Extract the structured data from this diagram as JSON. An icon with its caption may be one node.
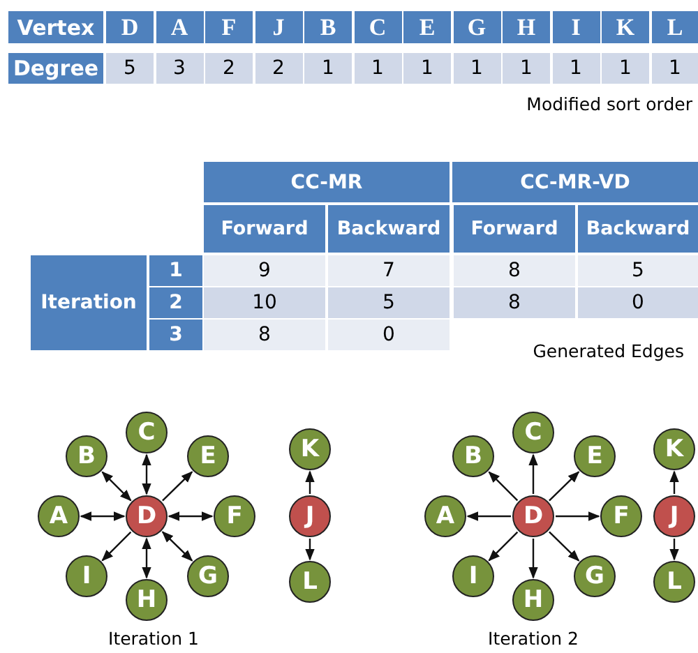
{
  "diagram": {
    "nodes": [
      {
        "text": [
          "A"
        ]
      },
      {
        "text": [
          "B"
        ]
      },
      {
        "text": [
          "C"
        ]
      },
      {
        "text": [
          "D"
        ]
      },
      {
        "text": [
          "E"
        ]
      },
      {
        "text": [
          "F"
        ]
      },
      {
        "text": [
          "G"
        ]
      },
      {
        "text": [
          "H"
        ]
      },
      {
        "text": [
          "I"
        ]
      },
      {
        "text": [
          "J"
        ]
      },
      {
        "text": [
          "K"
        ]
      },
      {
        "text": [
          "L"
        ]
      },
      {
        "text": [
          "A"
        ]
      },
      {
        "text": [
          "B"
        ]
      },
      {
        "text": [
          "C"
        ]
      },
      {
        "text": [
          "D"
        ]
      },
      {
        "text": [
          "E"
        ]
      },
      {
        "text": [
          "F"
        ]
      },
      {
        "text": [
          "G"
        ]
      },
      {
        "text": [
          "H"
        ]
      },
      {
        "text": [
          "I"
        ]
      },
      {
        "text": [
          "J"
        ]
      },
      {
        "text": [
          "K"
        ]
      },
      {
        "text": [
          "L"
        ]
      }
    ],
    "edges": [
      {
        "from": 3,
        "to": 0,
        "arrow": "both"
      },
      {
        "from": 3,
        "to": 1,
        "arrow": "both"
      },
      {
        "from": 3,
        "to": 2,
        "arrow": "both"
      },
      {
        "from": 3,
        "to": 4,
        "arrow": "to"
      },
      {
        "from": 3,
        "to": 5,
        "arrow": "both"
      },
      {
        "from": 3,
        "to": 6,
        "arrow": "both"
      },
      {
        "from": 3,
        "to": 7,
        "arrow": "both"
      },
      {
        "from": 3,
        "to": 8,
        "arrow": "to"
      },
      {
        "from": 9,
        "to": 10,
        "arrow": "to"
      },
      {
        "from": 9,
        "to": 11,
        "arrow": "to"
      },
      {
        "from": 15,
        "to": 12,
        "arrow": "to"
      },
      {
        "from": 15,
        "to": 13,
        "arrow": "to"
      },
      {
        "from": 15,
        "to": 14,
        "arrow": "to"
      },
      {
        "from": 15,
        "to": 16,
        "arrow": "to"
      },
      {
        "from": 15,
        "to": 17,
        "arrow": "to"
      },
      {
        "from": 15,
        "to": 18,
        "arrow": "to"
      },
      {
        "from": 15,
        "to": 19,
        "arrow": "to"
      },
      {
        "from": 15,
        "to": 20,
        "arrow": "to"
      },
      {
        "from": 21,
        "to": 22,
        "arrow": "to"
      },
      {
        "from": 21,
        "to": 23,
        "arrow": "to"
      }
    ],
    "labels": [
      "Vertex",
      "D",
      "A",
      "F",
      "J",
      "B",
      "C",
      "E",
      "G",
      "H",
      "I",
      "K",
      "L",
      "Degree",
      "5",
      "3",
      "2",
      "2",
      "1",
      "1",
      "1",
      "1",
      "1",
      "1",
      "1",
      "1",
      "Modified sort order",
      "CC-MR",
      "CC-MR-VD",
      "Forward",
      "Backward",
      "Forward",
      "Backward",
      "Iteration",
      "1",
      "9",
      "7",
      "8",
      "5",
      "2",
      "10",
      "5",
      "8",
      "0",
      "3",
      "8",
      "0",
      "Generated Edges",
      "Iteration 1",
      "Iteration 2"
    ]
  }
}
